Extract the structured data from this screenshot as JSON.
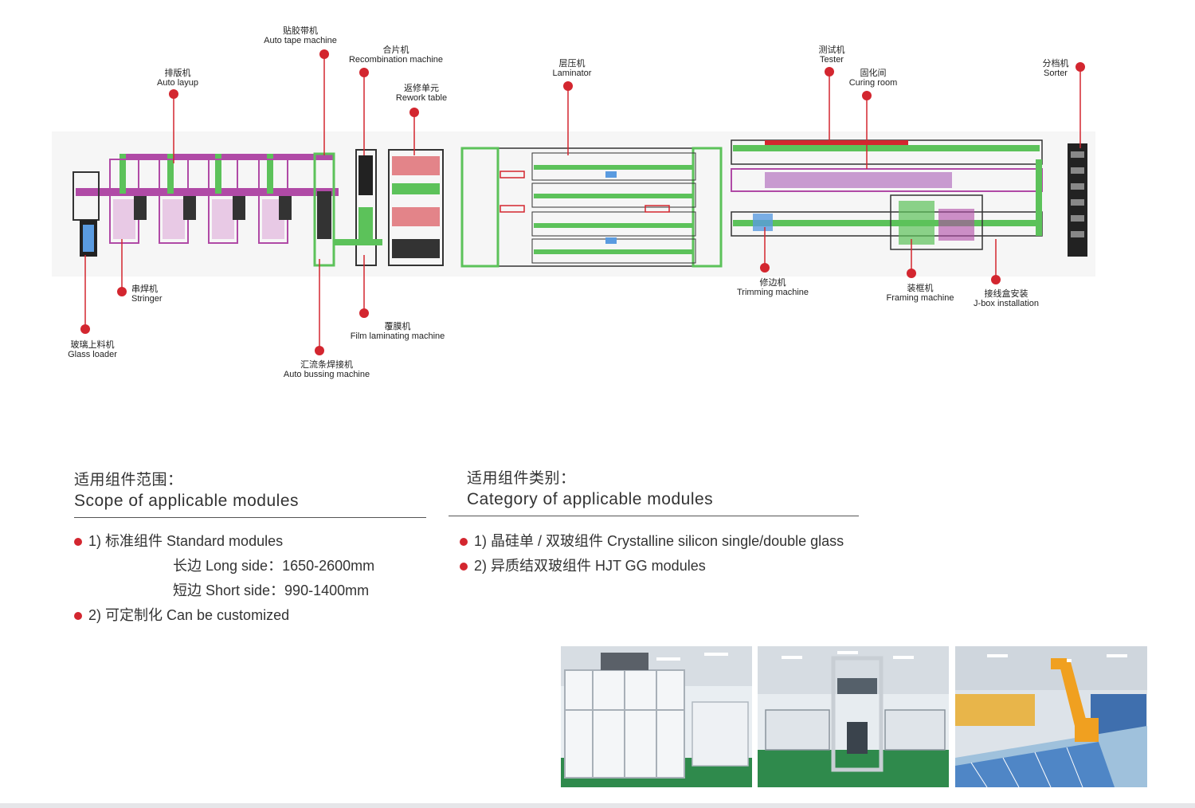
{
  "callouts": [
    {
      "id": "auto-tape-machine",
      "zh": "贴胶带机",
      "en": "Auto tape machine"
    },
    {
      "id": "recombination-machine",
      "zh": "合片机",
      "en": "Recombination machine"
    },
    {
      "id": "auto-layup",
      "zh": "排版机",
      "en": "Auto layup"
    },
    {
      "id": "rework-table",
      "zh": "返修单元",
      "en": "Rework table"
    },
    {
      "id": "laminator",
      "zh": "层压机",
      "en": "Laminator"
    },
    {
      "id": "tester",
      "zh": "测试机",
      "en": "Tester"
    },
    {
      "id": "curing-room",
      "zh": "固化间",
      "en": "Curing room"
    },
    {
      "id": "sorter",
      "zh": "分档机",
      "en": "Sorter"
    },
    {
      "id": "stringer",
      "zh": "串焊机",
      "en": "Stringer"
    },
    {
      "id": "glass-loader",
      "zh": "玻璃上料机",
      "en": "Glass loader"
    },
    {
      "id": "film-laminating-machine",
      "zh": "覆膜机",
      "en": "Film laminating machine"
    },
    {
      "id": "auto-bussing-machine",
      "zh": "汇流条焊接机",
      "en": "Auto bussing machine"
    },
    {
      "id": "trimming-machine",
      "zh": "修边机",
      "en": "Trimming machine"
    },
    {
      "id": "framing-machine",
      "zh": "装框机",
      "en": "Framing machine"
    },
    {
      "id": "jbox-installation",
      "zh": "接线盒安装",
      "en": "J-box installation"
    }
  ],
  "scope": {
    "title_zh": "适用组件范围：",
    "title_en": "Scope of applicable modules",
    "item1": "1) 标准组件  Standard modules",
    "item1_long": "长边 Long side：1650-2600mm",
    "item1_short": "短边 Short side：990-1400mm",
    "item2": "2) 可定制化 Can be customized"
  },
  "category": {
    "title_zh": "适用组件类别：",
    "title_en": "Category of applicable modules",
    "item1": "1) 晶硅单 / 双玻组件  Crystalline silicon single/double glass",
    "item2": "2) 异质结双玻组件 HJT GG modules"
  },
  "colors": {
    "accent_red": "#d3262f",
    "machine_green": "#5cc25a",
    "machine_magenta": "#b04aa6",
    "floor_green": "#2f8a4c"
  }
}
